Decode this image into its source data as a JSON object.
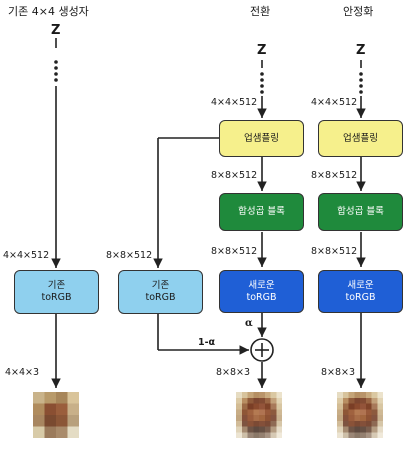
{
  "headers": {
    "old_generator": "기존 4×4 생성자",
    "transition": "전환",
    "stabilize": "안정화"
  },
  "z_label": "Z",
  "nodes": {
    "upsample": "업샘플링",
    "conv_block": "합성곱 블록",
    "old_torgb_line1": "기존",
    "old_torgb_line2": "toRGB",
    "new_torgb_line1": "새로운",
    "new_torgb_line2": "toRGB"
  },
  "shapes": {
    "s4x4x512": "4×4×512",
    "s8x8x512": "8×8×512",
    "s4x4x3": "4×4×3",
    "s8x8x3": "8×8×3"
  },
  "alpha": "α",
  "one_minus_alpha": "1-α",
  "colors": {
    "upsample": "#f6f08c",
    "conv_block": "#1f8a3c",
    "old_torgb": "#8fd0ee",
    "new_torgb": "#1f5fd6"
  }
}
